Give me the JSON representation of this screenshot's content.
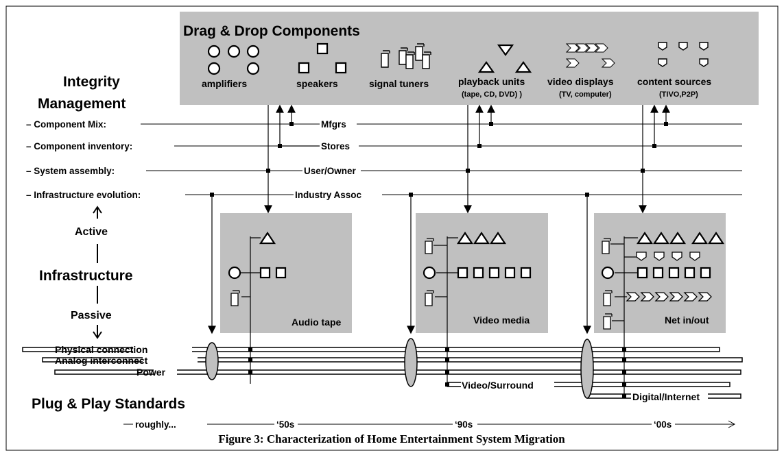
{
  "palette": {
    "panel": "#c0c0c0",
    "line": "#000000",
    "shape_fill": "#ffffff",
    "ellipse_fill": "#c0c0c0"
  },
  "drag_drop": {
    "title": "Drag & Drop Components",
    "components": [
      {
        "label": "amplifiers",
        "icon": "circle-icon"
      },
      {
        "label": "speakers",
        "icon": "square-icon"
      },
      {
        "label": "signal tuners",
        "icon": "tuner-icon"
      },
      {
        "label": "playback units",
        "sub": "(tape, CD, DVD) )",
        "icon": "triangle-icon"
      },
      {
        "label": "video displays",
        "sub": "(TV, computer)",
        "icon": "chevron-icon"
      },
      {
        "label": "content sources",
        "sub": "(TIVO,P2P)",
        "icon": "pentagon-icon"
      }
    ]
  },
  "integrity": {
    "title_line1": "Integrity",
    "title_line2": "Management",
    "rows": [
      {
        "label": "– Component Mix:",
        "center": "Mfgrs"
      },
      {
        "label": "– Component inventory:",
        "center": "Stores"
      },
      {
        "label": "– System assembly:",
        "center": "User/Owner"
      },
      {
        "label": "– Infrastructure evolution:",
        "center": "Industry Assoc"
      }
    ]
  },
  "infrastructure": {
    "active": "Active",
    "title": "Infrastructure",
    "passive": "Passive",
    "panels": [
      "Audio tape",
      "Video media",
      "Net in/out"
    ]
  },
  "standards": {
    "title": "Plug & Play Standards",
    "lines": [
      "Physical connection",
      "Analog interconnect",
      "Power",
      "Video/Surround",
      "Digital/Internet"
    ]
  },
  "timeline": {
    "start": "roughly...",
    "eras": [
      "‘50s",
      "‘90s",
      "‘00s"
    ]
  },
  "caption": "Figure 3: Characterization of Home Entertainment System Migration"
}
